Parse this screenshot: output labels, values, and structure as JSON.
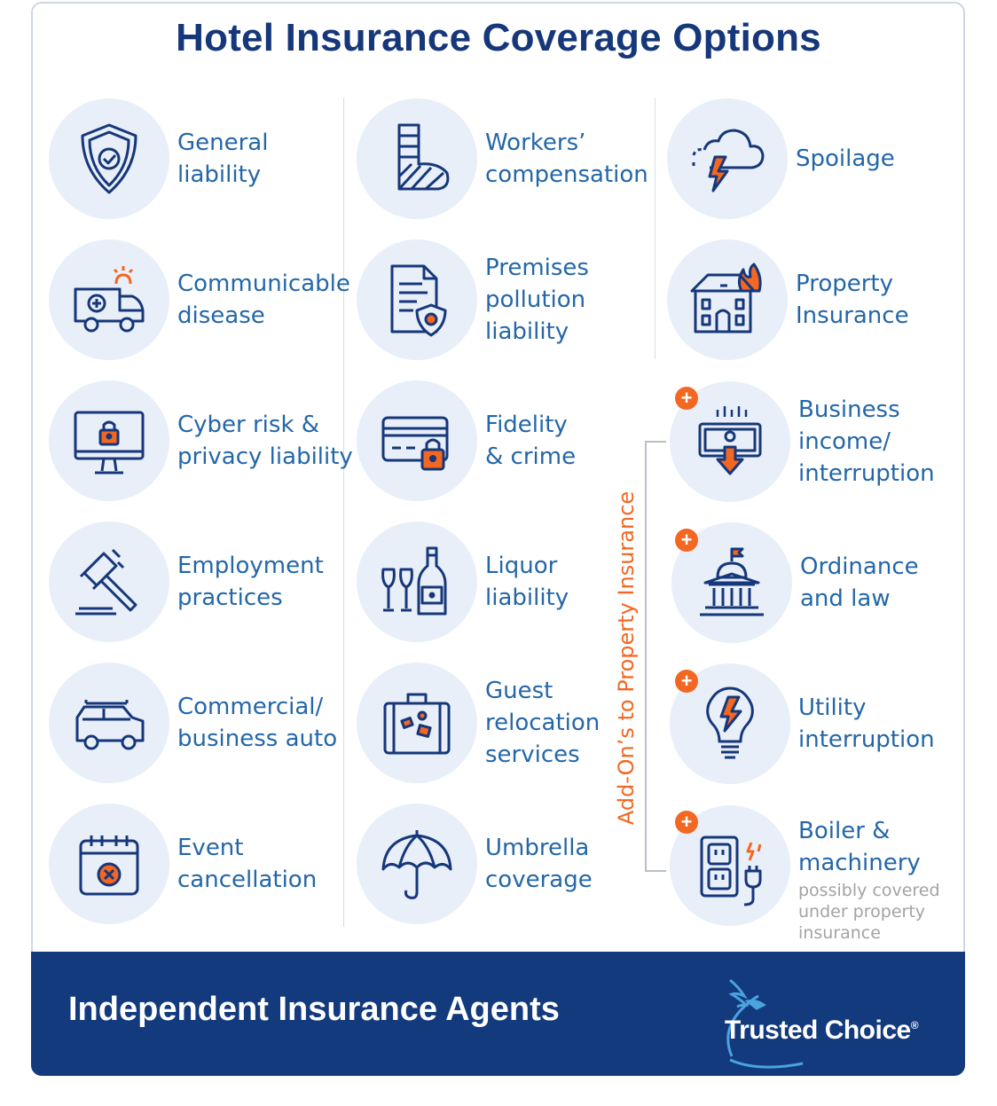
{
  "title": "Hotel Insurance Coverage Options",
  "colors": {
    "navy": "#16377a",
    "blue": "#2467a8",
    "orange": "#f26722",
    "circle": "#e8eff8"
  },
  "col1": [
    {
      "icon": "shield-check-icon",
      "lines": [
        "General",
        "liability"
      ]
    },
    {
      "icon": "ambulance-icon",
      "lines": [
        "Communicable",
        "disease"
      ]
    },
    {
      "icon": "monitor-lock-icon",
      "lines": [
        "Cyber risk &",
        "privacy liability"
      ]
    },
    {
      "icon": "gavel-icon",
      "lines": [
        "Employment",
        "practices"
      ]
    },
    {
      "icon": "car-icon",
      "lines": [
        "Commercial/",
        "business auto"
      ]
    },
    {
      "icon": "calendar-x-icon",
      "lines": [
        "Event",
        "cancellation"
      ]
    }
  ],
  "col2": [
    {
      "icon": "leg-cast-icon",
      "lines": [
        "Workers’",
        "compensation"
      ]
    },
    {
      "icon": "document-shield-icon",
      "lines": [
        "Premises",
        "pollution",
        "liability"
      ]
    },
    {
      "icon": "credit-card-lock-icon",
      "lines": [
        "Fidelity",
        "& crime"
      ]
    },
    {
      "icon": "bottle-glasses-icon",
      "lines": [
        "Liquor",
        "liability"
      ]
    },
    {
      "icon": "suitcase-icon",
      "lines": [
        "Guest",
        "relocation",
        "services"
      ]
    },
    {
      "icon": "umbrella-icon",
      "lines": [
        "Umbrella",
        "coverage"
      ]
    }
  ],
  "col3": [
    {
      "icon": "storm-cloud-icon",
      "lines": [
        "Spoilage"
      ]
    },
    {
      "icon": "burning-house-icon",
      "lines": [
        "Property",
        "Insurance"
      ]
    }
  ],
  "addons": {
    "label": "Add-On’s to Property Insurance",
    "plus": "+",
    "items": [
      {
        "icon": "money-down-icon",
        "lines": [
          "Business",
          "income/",
          "interruption"
        ]
      },
      {
        "icon": "government-building-icon",
        "lines": [
          "Ordinance",
          "and law"
        ]
      },
      {
        "icon": "lightbulb-bolt-icon",
        "lines": [
          "Utility",
          "interruption"
        ]
      },
      {
        "icon": "outlet-plug-icon",
        "lines": [
          "Boiler &",
          "machinery"
        ],
        "note": [
          "possibly covered",
          "under property",
          "insurance"
        ]
      }
    ]
  },
  "footer": {
    "text": "Independent Insurance Agents",
    "logo": "Trusted Choice",
    "logo_mark": "®"
  }
}
